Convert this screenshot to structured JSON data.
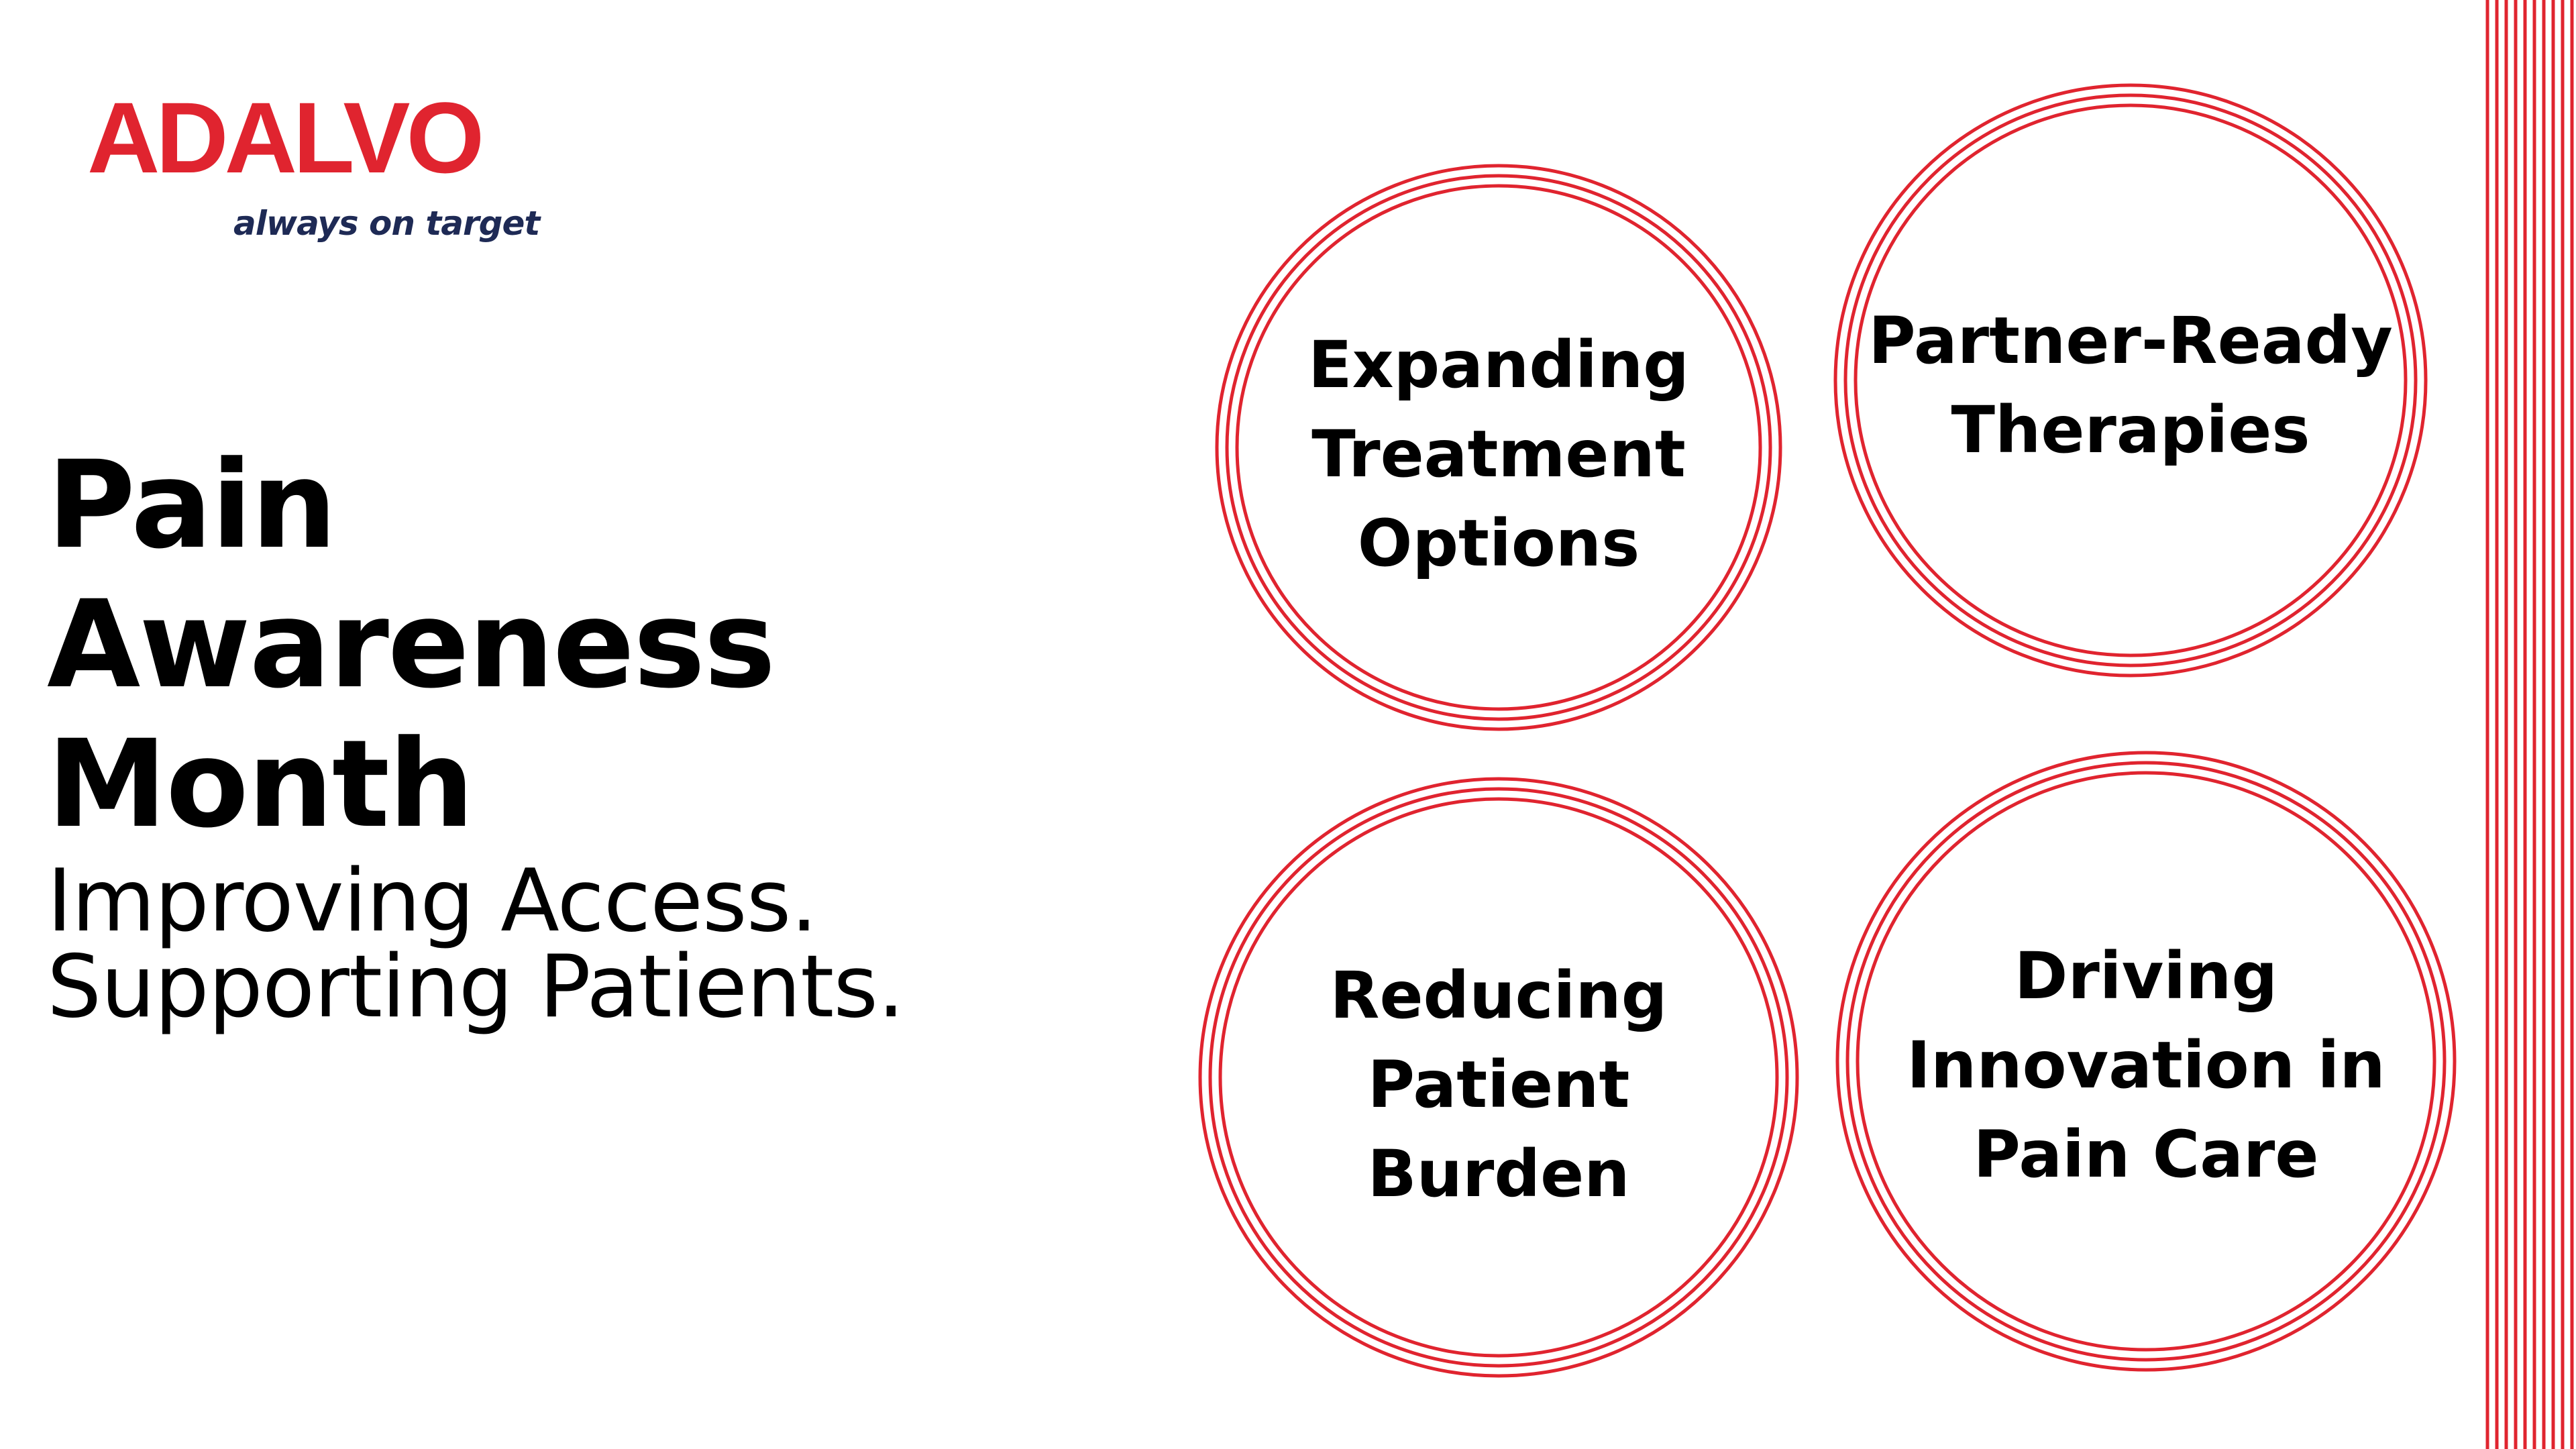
{
  "logo": {
    "wordmark": "ADALVO",
    "tagline": "always on target"
  },
  "title": {
    "lines": [
      "Pain",
      "Awareness",
      "Month"
    ]
  },
  "subtitle": {
    "lines": [
      "Improving Access.",
      "Supporting Patients."
    ]
  },
  "circles": [
    {
      "lines": [
        "Expanding",
        "Treatment",
        "Options"
      ]
    },
    {
      "lines": [
        "Partner-Ready",
        "Therapies"
      ]
    },
    {
      "lines": [
        "Reducing",
        "Patient",
        "Burden"
      ]
    },
    {
      "lines": [
        "Driving",
        "Innovation in",
        "Pain Care"
      ]
    }
  ],
  "colors": {
    "accent": "#e0242f",
    "tagline": "#1e2a55",
    "text": "#000000",
    "background": "#ffffff"
  }
}
